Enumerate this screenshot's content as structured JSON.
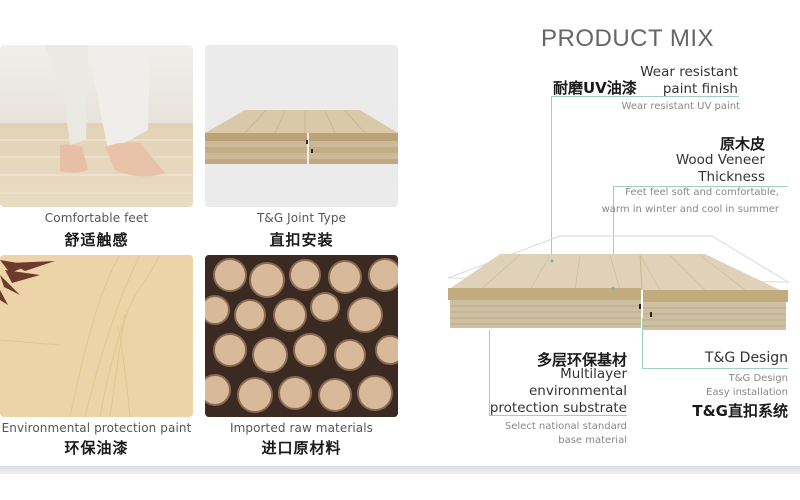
{
  "features": [
    {
      "caption_en": "Comfortable feet",
      "caption_zh": "舒适触感",
      "image": "baby-feet-on-wood-floor"
    },
    {
      "caption_en": "T&G Joint Type",
      "caption_zh": "直扣安装",
      "image": "tongue-and-groove-plank"
    },
    {
      "caption_en": "Environmental  protection paint",
      "caption_zh": "环保油漆",
      "image": "light-oak-floor-with-leaves"
    },
    {
      "caption_en": "Imported raw materials",
      "caption_zh": "进口原材料",
      "image": "stacked-logs"
    }
  ],
  "product_mix": {
    "title": "PRODUCT MIX",
    "callouts": {
      "wear": {
        "zh": "耐磨UV油漆",
        "en_line1": "Wear resistant",
        "en_line2": "paint finish",
        "sub": "Wear resistant UV paint"
      },
      "veneer": {
        "zh": "原木皮",
        "en_line1": "Wood Veneer",
        "en_line2": "Thickness",
        "sub_line1": "Feet feel soft and comfortable,",
        "sub_line2": "warm in winter and cool in summer"
      },
      "substrate": {
        "zh": "多层环保基材",
        "en_line1": "Multilayer",
        "en_line2": "environmental",
        "en_line3": "protection substrate",
        "sub_line1": "Select national standard",
        "sub_line2": "base material"
      },
      "tg": {
        "en_title": "T&G Design",
        "sub_line1": "T&G Design",
        "sub_line2": "Easy installation",
        "zh": "T&G直扣系统"
      }
    },
    "colors": {
      "callout_line": "#9ecfc4",
      "title": "#666666"
    }
  }
}
